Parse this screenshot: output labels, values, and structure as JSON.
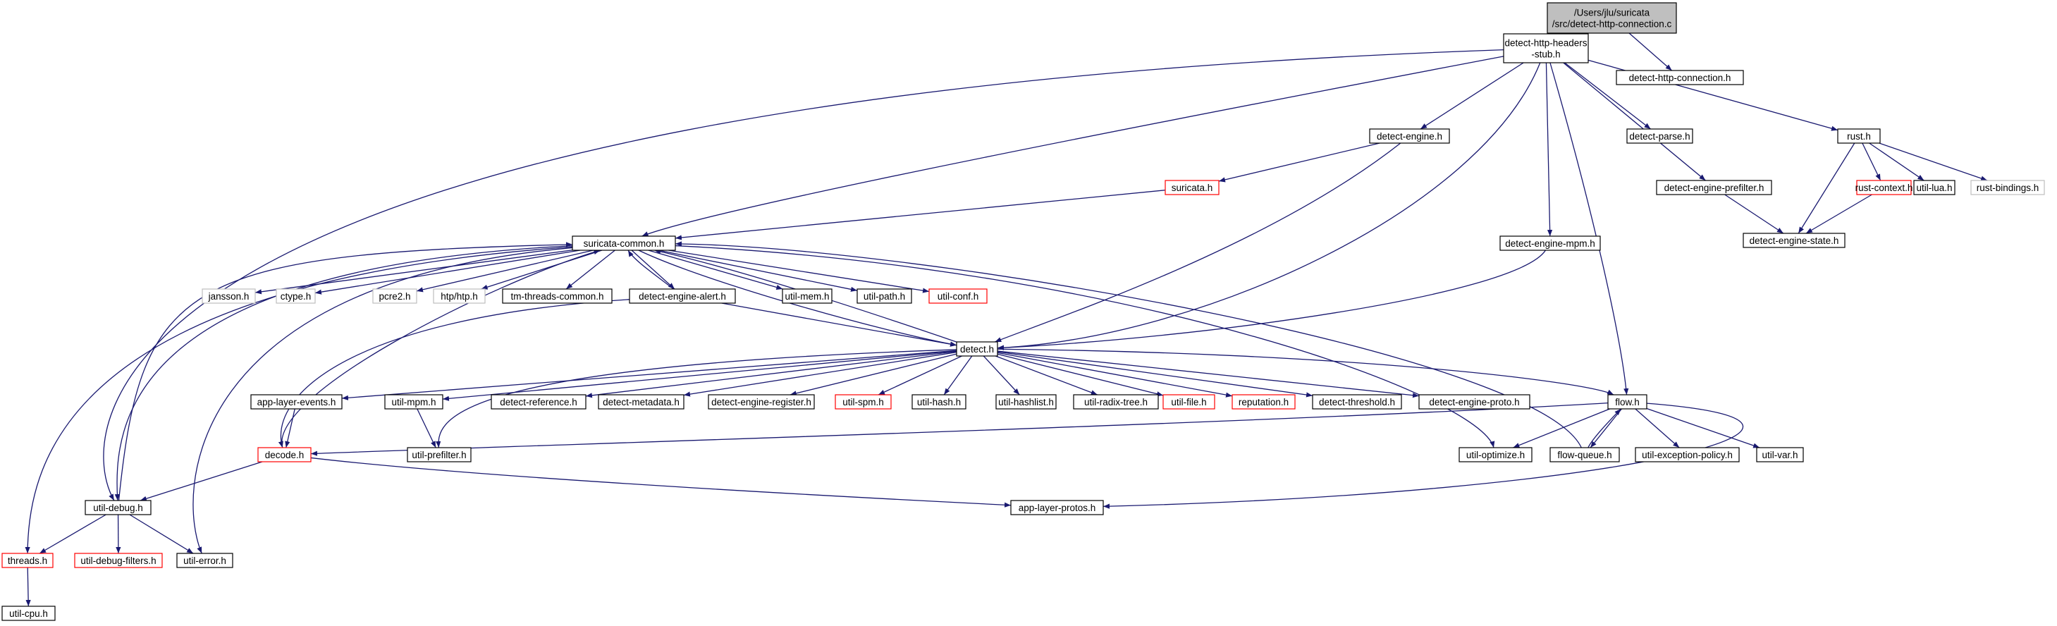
{
  "colors": {
    "edge": "#191970",
    "node_border_normal": "#000000",
    "node_border_truncated": "#ff0000",
    "node_border_external": "#bfbfbf",
    "root_fill": "#bfbfbf",
    "text": "#000000"
  },
  "nodes": [
    {
      "id": "root",
      "lines": [
        "/Users/jlu/suricata",
        "/src/detect-http-connection.c"
      ],
      "kind": "root"
    },
    {
      "id": "hhs",
      "lines": [
        "detect-http-headers",
        "-stub.h"
      ],
      "kind": "normal"
    },
    {
      "id": "dhc",
      "lines": [
        "detect-http-connection.h"
      ],
      "kind": "normal"
    },
    {
      "id": "de",
      "lines": [
        "detect-engine.h"
      ],
      "kind": "normal"
    },
    {
      "id": "dp",
      "lines": [
        "detect-parse.h"
      ],
      "kind": "normal"
    },
    {
      "id": "rust",
      "lines": [
        "rust.h"
      ],
      "kind": "normal"
    },
    {
      "id": "suricata",
      "lines": [
        "suricata.h"
      ],
      "kind": "truncated"
    },
    {
      "id": "dep",
      "lines": [
        "detect-engine-prefilter.h"
      ],
      "kind": "normal"
    },
    {
      "id": "rustctx",
      "lines": [
        "rust-context.h"
      ],
      "kind": "truncated"
    },
    {
      "id": "ulua",
      "lines": [
        "util-lua.h"
      ],
      "kind": "normal"
    },
    {
      "id": "rustbind",
      "lines": [
        "rust-bindings.h"
      ],
      "kind": "external"
    },
    {
      "id": "des",
      "lines": [
        "detect-engine-state.h"
      ],
      "kind": "normal"
    },
    {
      "id": "sc",
      "lines": [
        "suricata-common.h"
      ],
      "kind": "normal"
    },
    {
      "id": "dempm",
      "lines": [
        "detect-engine-mpm.h"
      ],
      "kind": "normal"
    },
    {
      "id": "jansson",
      "lines": [
        "jansson.h"
      ],
      "kind": "external"
    },
    {
      "id": "ctype",
      "lines": [
        "ctype.h"
      ],
      "kind": "external"
    },
    {
      "id": "pcre2",
      "lines": [
        "pcre2.h"
      ],
      "kind": "external"
    },
    {
      "id": "htp",
      "lines": [
        "htp/htp.h"
      ],
      "kind": "external"
    },
    {
      "id": "tmtc",
      "lines": [
        "tm-threads-common.h"
      ],
      "kind": "normal"
    },
    {
      "id": "dea",
      "lines": [
        "detect-engine-alert.h"
      ],
      "kind": "normal"
    },
    {
      "id": "umem",
      "lines": [
        "util-mem.h"
      ],
      "kind": "normal"
    },
    {
      "id": "upath",
      "lines": [
        "util-path.h"
      ],
      "kind": "normal"
    },
    {
      "id": "uconf",
      "lines": [
        "util-conf.h"
      ],
      "kind": "truncated"
    },
    {
      "id": "detect",
      "lines": [
        "detect.h"
      ],
      "kind": "normal"
    },
    {
      "id": "ale",
      "lines": [
        "app-layer-events.h"
      ],
      "kind": "normal"
    },
    {
      "id": "umpm",
      "lines": [
        "util-mpm.h"
      ],
      "kind": "normal"
    },
    {
      "id": "dref",
      "lines": [
        "detect-reference.h"
      ],
      "kind": "normal"
    },
    {
      "id": "dmeta",
      "lines": [
        "detect-metadata.h"
      ],
      "kind": "normal"
    },
    {
      "id": "dereg",
      "lines": [
        "detect-engine-register.h"
      ],
      "kind": "normal"
    },
    {
      "id": "uspm",
      "lines": [
        "util-spm.h"
      ],
      "kind": "truncated"
    },
    {
      "id": "uhash",
      "lines": [
        "util-hash.h"
      ],
      "kind": "normal"
    },
    {
      "id": "uhashlist",
      "lines": [
        "util-hashlist.h"
      ],
      "kind": "normal"
    },
    {
      "id": "uradix",
      "lines": [
        "util-radix-tree.h"
      ],
      "kind": "normal"
    },
    {
      "id": "ufile",
      "lines": [
        "util-file.h"
      ],
      "kind": "truncated"
    },
    {
      "id": "reput",
      "lines": [
        "reputation.h"
      ],
      "kind": "truncated"
    },
    {
      "id": "dthr",
      "lines": [
        "detect-threshold.h"
      ],
      "kind": "normal"
    },
    {
      "id": "deproto",
      "lines": [
        "detect-engine-proto.h"
      ],
      "kind": "normal"
    },
    {
      "id": "flow",
      "lines": [
        "flow.h"
      ],
      "kind": "normal"
    },
    {
      "id": "decode",
      "lines": [
        "decode.h"
      ],
      "kind": "truncated"
    },
    {
      "id": "upref",
      "lines": [
        "util-prefilter.h"
      ],
      "kind": "normal"
    },
    {
      "id": "uopt",
      "lines": [
        "util-optimize.h"
      ],
      "kind": "normal"
    },
    {
      "id": "fq",
      "lines": [
        "flow-queue.h"
      ],
      "kind": "normal"
    },
    {
      "id": "uexc",
      "lines": [
        "util-exception-policy.h"
      ],
      "kind": "normal"
    },
    {
      "id": "uvar",
      "lines": [
        "util-var.h"
      ],
      "kind": "normal"
    },
    {
      "id": "udebug",
      "lines": [
        "util-debug.h"
      ],
      "kind": "normal"
    },
    {
      "id": "alp",
      "lines": [
        "app-layer-protos.h"
      ],
      "kind": "normal"
    },
    {
      "id": "threads",
      "lines": [
        "threads.h"
      ],
      "kind": "truncated"
    },
    {
      "id": "udf",
      "lines": [
        "util-debug-filters.h"
      ],
      "kind": "truncated"
    },
    {
      "id": "uerr",
      "lines": [
        "util-error.h"
      ],
      "kind": "normal"
    },
    {
      "id": "ucpu",
      "lines": [
        "util-cpu.h"
      ],
      "kind": "normal"
    }
  ],
  "edges": [
    [
      "root",
      "hhs"
    ],
    [
      "root",
      "dhc"
    ],
    [
      "hhs",
      "de"
    ],
    [
      "hhs",
      "dp"
    ],
    [
      "hhs",
      "rust"
    ],
    [
      "hhs",
      "dep"
    ],
    [
      "hhs",
      "dempm"
    ],
    [
      "hhs",
      "sc"
    ],
    [
      "hhs",
      "detect"
    ],
    [
      "hhs",
      "flow"
    ],
    [
      "hhs",
      "udebug"
    ],
    [
      "de",
      "suricata"
    ],
    [
      "de",
      "detect"
    ],
    [
      "suricata",
      "sc"
    ],
    [
      "rust",
      "rustctx"
    ],
    [
      "rust",
      "ulua"
    ],
    [
      "rust",
      "rustbind"
    ],
    [
      "rust",
      "des"
    ],
    [
      "rustctx",
      "des"
    ],
    [
      "dep",
      "des"
    ],
    [
      "dempm",
      "detect"
    ],
    [
      "sc",
      "jansson"
    ],
    [
      "sc",
      "ctype"
    ],
    [
      "sc",
      "pcre2"
    ],
    [
      "sc",
      "htp"
    ],
    [
      "sc",
      "tmtc"
    ],
    [
      "sc",
      "dea"
    ],
    [
      "sc",
      "umem"
    ],
    [
      "sc",
      "upath"
    ],
    [
      "sc",
      "uconf"
    ],
    [
      "sc",
      "udebug"
    ],
    [
      "sc",
      "threads"
    ],
    [
      "sc",
      "uerr"
    ],
    [
      "sc",
      "uopt"
    ],
    [
      "sc",
      "detect"
    ],
    [
      "dea",
      "sc"
    ],
    [
      "dea",
      "detect"
    ],
    [
      "dea",
      "decode"
    ],
    [
      "detect",
      "sc"
    ],
    [
      "detect",
      "ale"
    ],
    [
      "detect",
      "umpm"
    ],
    [
      "detect",
      "dref"
    ],
    [
      "detect",
      "dmeta"
    ],
    [
      "detect",
      "dereg"
    ],
    [
      "detect",
      "uspm"
    ],
    [
      "detect",
      "uhash"
    ],
    [
      "detect",
      "uhashlist"
    ],
    [
      "detect",
      "uradix"
    ],
    [
      "detect",
      "ufile"
    ],
    [
      "detect",
      "reput"
    ],
    [
      "detect",
      "dthr"
    ],
    [
      "detect",
      "deproto"
    ],
    [
      "detect",
      "flow"
    ],
    [
      "detect",
      "upref"
    ],
    [
      "ale",
      "decode"
    ],
    [
      "umpm",
      "upref"
    ],
    [
      "flow",
      "decode"
    ],
    [
      "flow",
      "uopt"
    ],
    [
      "flow",
      "fq"
    ],
    [
      "flow",
      "uexc"
    ],
    [
      "flow",
      "uvar"
    ],
    [
      "flow",
      "alp"
    ],
    [
      "fq",
      "flow"
    ],
    [
      "fq",
      "sc"
    ],
    [
      "decode",
      "sc"
    ],
    [
      "decode",
      "udebug"
    ],
    [
      "decode",
      "alp"
    ],
    [
      "udebug",
      "sc"
    ],
    [
      "udebug",
      "threads"
    ],
    [
      "udebug",
      "udf"
    ],
    [
      "udebug",
      "uerr"
    ],
    [
      "threads",
      "ucpu"
    ]
  ]
}
